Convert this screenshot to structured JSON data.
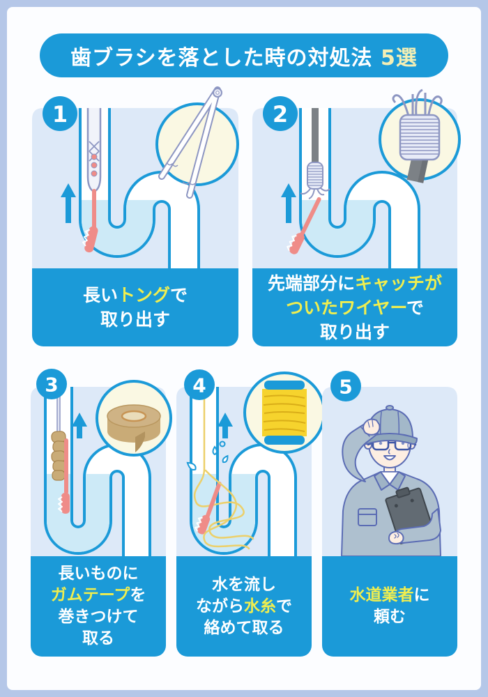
{
  "title": {
    "segments": [
      {
        "text": "歯ブラシを落とした時の対処法 ",
        "hl": false
      },
      {
        "text": "5選",
        "hl": true
      }
    ]
  },
  "colors": {
    "accent": "#1b9ad8",
    "border": "#b5c7e8",
    "sheet": "#fcfdff",
    "panel_bg": "#dde9f8",
    "water": "#cdeaf7",
    "cream": "#faf8e3",
    "hl": "#f0ee4f",
    "title_hl": "#f3efb5",
    "brush": "#ef8c88",
    "metal": "#8d96c2",
    "rod": "#7c8186",
    "coil": "#e7ebf7",
    "tape": "#c9ab77",
    "tape_dark": "#b2935f",
    "tape_light": "#e9dcba",
    "tape_ring": "#c79454",
    "string": "#ecd06a",
    "spool_yellow": "#f6d32d",
    "thread": "#d9ad18",
    "uniform": "#aec0cf",
    "uniform_dark": "#9fb3c6",
    "skin": "#fdeee2",
    "outline": "#5b6cb4",
    "cap": "#a3b8c9",
    "brim": "#8fa7bb",
    "clipboard": "#626b73",
    "clipboard_dark": "#3f464d",
    "glasses": "#3c55a6"
  },
  "panels": [
    {
      "number": "1",
      "icons": [
        "step-number-badge",
        "u-trap-pipe",
        "up-arrow",
        "grabber-tool",
        "toothbrush",
        "tongs-inset"
      ],
      "caption_lines": [
        [
          {
            "text": "長い",
            "hl": false
          },
          {
            "text": "トング",
            "hl": true
          },
          {
            "text": "で",
            "hl": false
          }
        ],
        [
          {
            "text": "取り出す",
            "hl": false
          }
        ]
      ]
    },
    {
      "number": "2",
      "icons": [
        "step-number-badge",
        "u-trap-pipe",
        "up-arrow",
        "catch-wire-tool",
        "toothbrush",
        "wire-catch-inset"
      ],
      "caption_lines": [
        [
          {
            "text": "先端部分に",
            "hl": false
          },
          {
            "text": "キャッチが",
            "hl": true
          }
        ],
        [
          {
            "text": "ついたワイヤー",
            "hl": true
          },
          {
            "text": "で",
            "hl": false
          }
        ],
        [
          {
            "text": "取り出す",
            "hl": false
          }
        ]
      ]
    },
    {
      "number": "3",
      "icons": [
        "step-number-badge",
        "u-trap-pipe",
        "up-arrow",
        "taped-stick",
        "toothbrush",
        "tape-roll-inset"
      ],
      "caption_lines": [
        [
          {
            "text": "長いものに",
            "hl": false
          }
        ],
        [
          {
            "text": "ガムテープ",
            "hl": true
          },
          {
            "text": "を",
            "hl": false
          }
        ],
        [
          {
            "text": "巻きつけて",
            "hl": false
          }
        ],
        [
          {
            "text": "取る",
            "hl": false
          }
        ]
      ]
    },
    {
      "number": "4",
      "icons": [
        "step-number-badge",
        "u-trap-pipe",
        "up-arrow",
        "water-string",
        "toothbrush",
        "water-droplets",
        "string-spool-inset"
      ],
      "caption_lines": [
        [
          {
            "text": "水を流し",
            "hl": false
          }
        ],
        [
          {
            "text": "ながら",
            "hl": false
          },
          {
            "text": "水糸",
            "hl": true
          },
          {
            "text": "で",
            "hl": false
          }
        ],
        [
          {
            "text": "絡めて取る",
            "hl": false
          }
        ]
      ]
    },
    {
      "number": "5",
      "icons": [
        "step-number-badge",
        "plumber-illustration"
      ],
      "caption_lines": [
        [
          {
            "text": "水道業者",
            "hl": true
          },
          {
            "text": "に",
            "hl": false
          }
        ],
        [
          {
            "text": "頼む",
            "hl": false
          }
        ]
      ]
    }
  ]
}
